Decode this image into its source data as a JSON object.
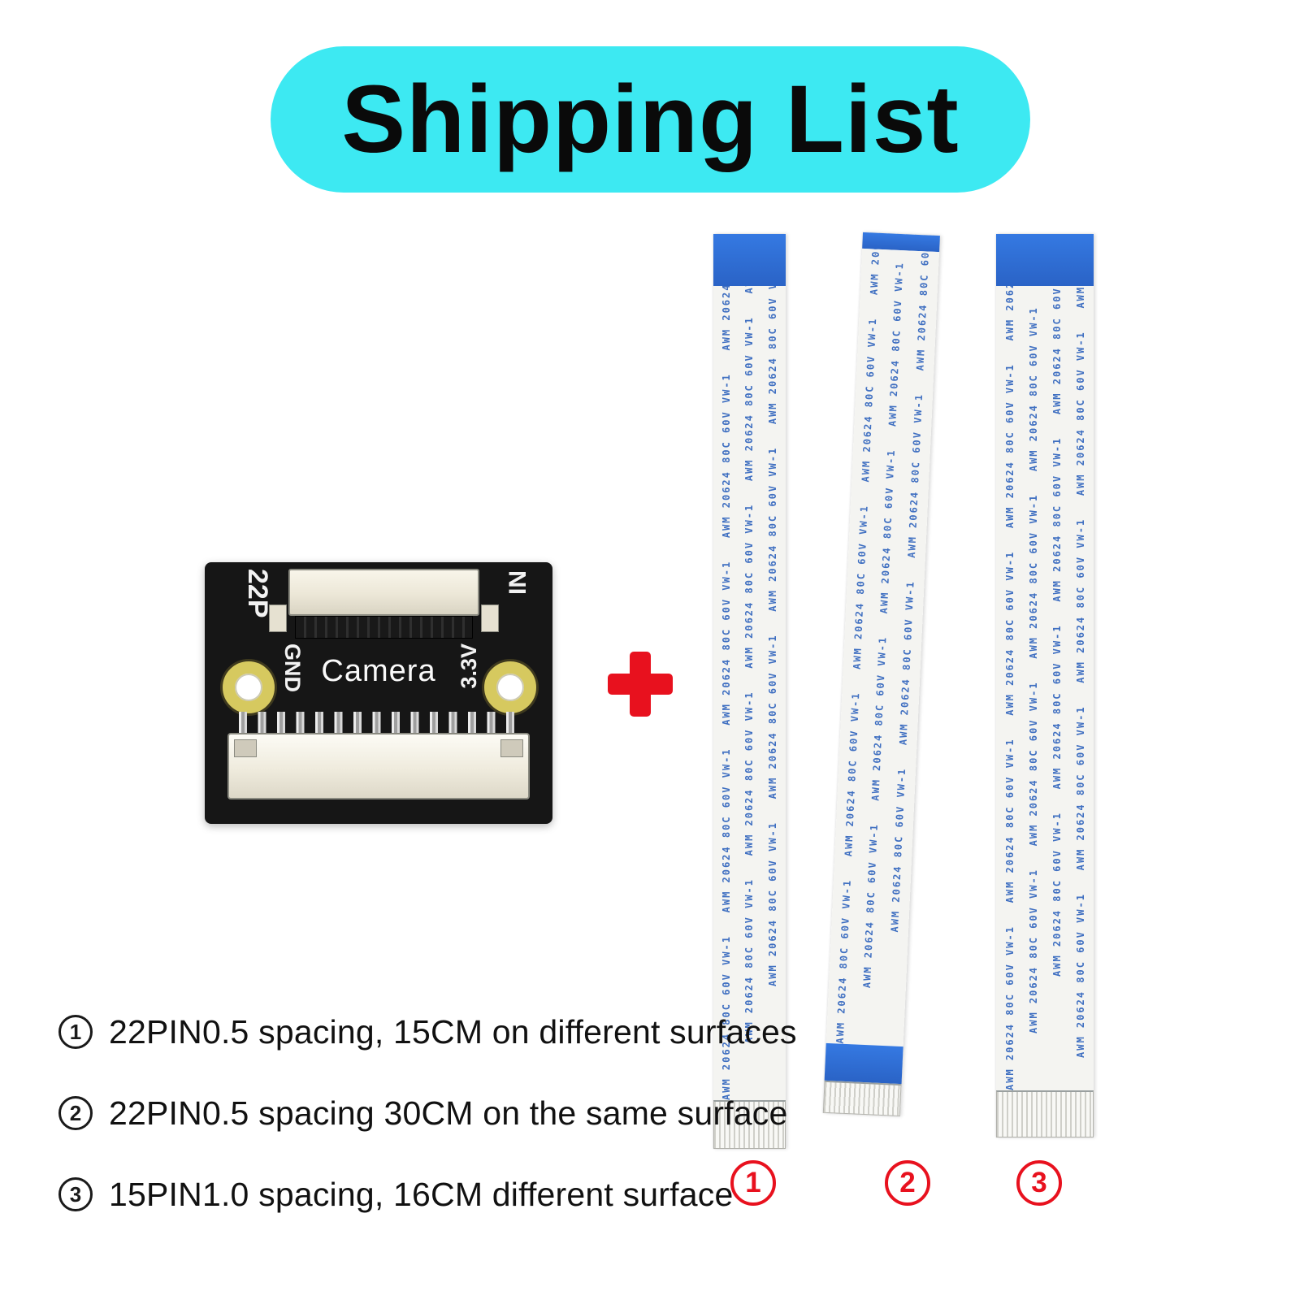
{
  "title": "Shipping List",
  "board": {
    "label_22p": "22P",
    "label_in": "IN",
    "label_gnd": "GND",
    "label_33v": "3.3V",
    "label_camera": "Camera"
  },
  "cable_print": "AWM 20624 80C 60V VW-1",
  "cable_markers": [
    {
      "number": "1"
    },
    {
      "number": "2"
    },
    {
      "number": "3"
    }
  ],
  "legend": [
    {
      "number": "1",
      "text": "22PIN0.5 spacing, 15CM on different surfaces"
    },
    {
      "number": "2",
      "text": "22PIN0.5 spacing 30CM on the same surface"
    },
    {
      "number": "3",
      "text": "15PIN1.0 spacing, 16CM different surface"
    }
  ],
  "colors": {
    "header_bg": "#3DE9F2",
    "accent_red": "#E8111E",
    "cable_stiffener_blue": "#2E6BD5",
    "cable_print_blue": "#3F6FC1",
    "board_black": "#161616",
    "hole_gold": "#D6C95F"
  }
}
